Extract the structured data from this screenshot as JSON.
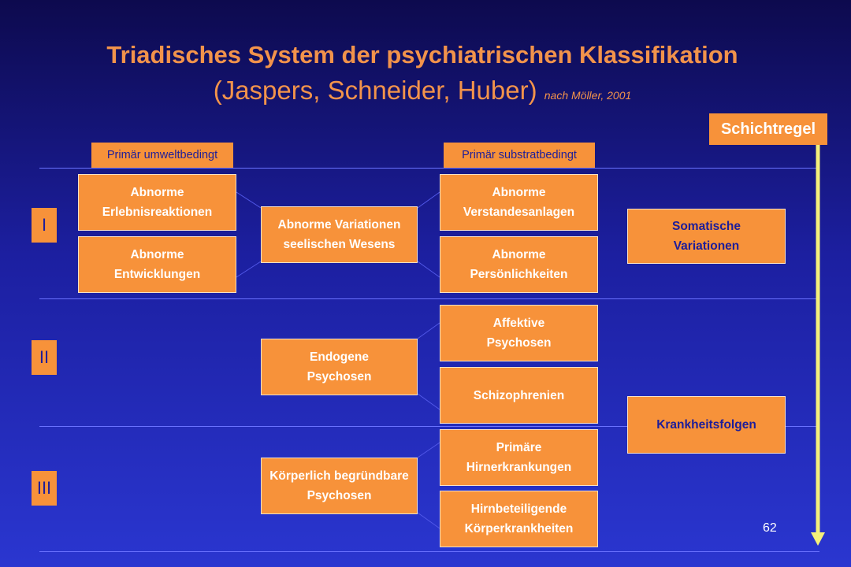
{
  "title": {
    "main": "Triadisches System der psychiatrischen Klassifikation",
    "sub": "(Jaspers, Schneider, Huber)",
    "source": "nach Möller, 2001"
  },
  "headers": {
    "left": "Primär umweltbedingt",
    "right": "Primär substratbedingt"
  },
  "schichtregel": "Schichtregel",
  "levels": [
    "I",
    "II",
    "III"
  ],
  "nodes": {
    "erlebnis": [
      "Abnorme",
      "Erlebnisreaktionen"
    ],
    "entwicklungen": [
      "Abnorme",
      "Entwicklungen"
    ],
    "variationen": [
      "Abnorme Variationen",
      "seelischen Wesens"
    ],
    "verstandesanlagen": [
      "Abnorme",
      "Verstandesanlagen"
    ],
    "persoenlichkeiten": [
      "Abnorme",
      "Persönlichkeiten"
    ],
    "somatische": [
      "Somatische",
      "Variationen"
    ],
    "endogene": [
      "Endogene",
      "Psychosen"
    ],
    "affektive": [
      "Affektive",
      "Psychosen"
    ],
    "schizophrenien": [
      "Schizophrenien"
    ],
    "krankheitsfolgen": [
      "Krankheitsfolgen"
    ],
    "koerperlich": [
      "Körperlich begründbare",
      "Psychosen"
    ],
    "hirnerkrankungen": [
      "Primäre",
      "Hirnerkrankungen"
    ],
    "hirnbeteiligende": [
      "Hirnbeteiligende",
      "Körperkrankheiten"
    ]
  },
  "page_number": "62",
  "colors": {
    "box": "#f7923a",
    "title": "#f2934b",
    "dark_text": "#1d1d9a",
    "arrow": "#f5f07a",
    "background_top": "#0d0a4e",
    "background_bottom": "#2a36d0"
  }
}
